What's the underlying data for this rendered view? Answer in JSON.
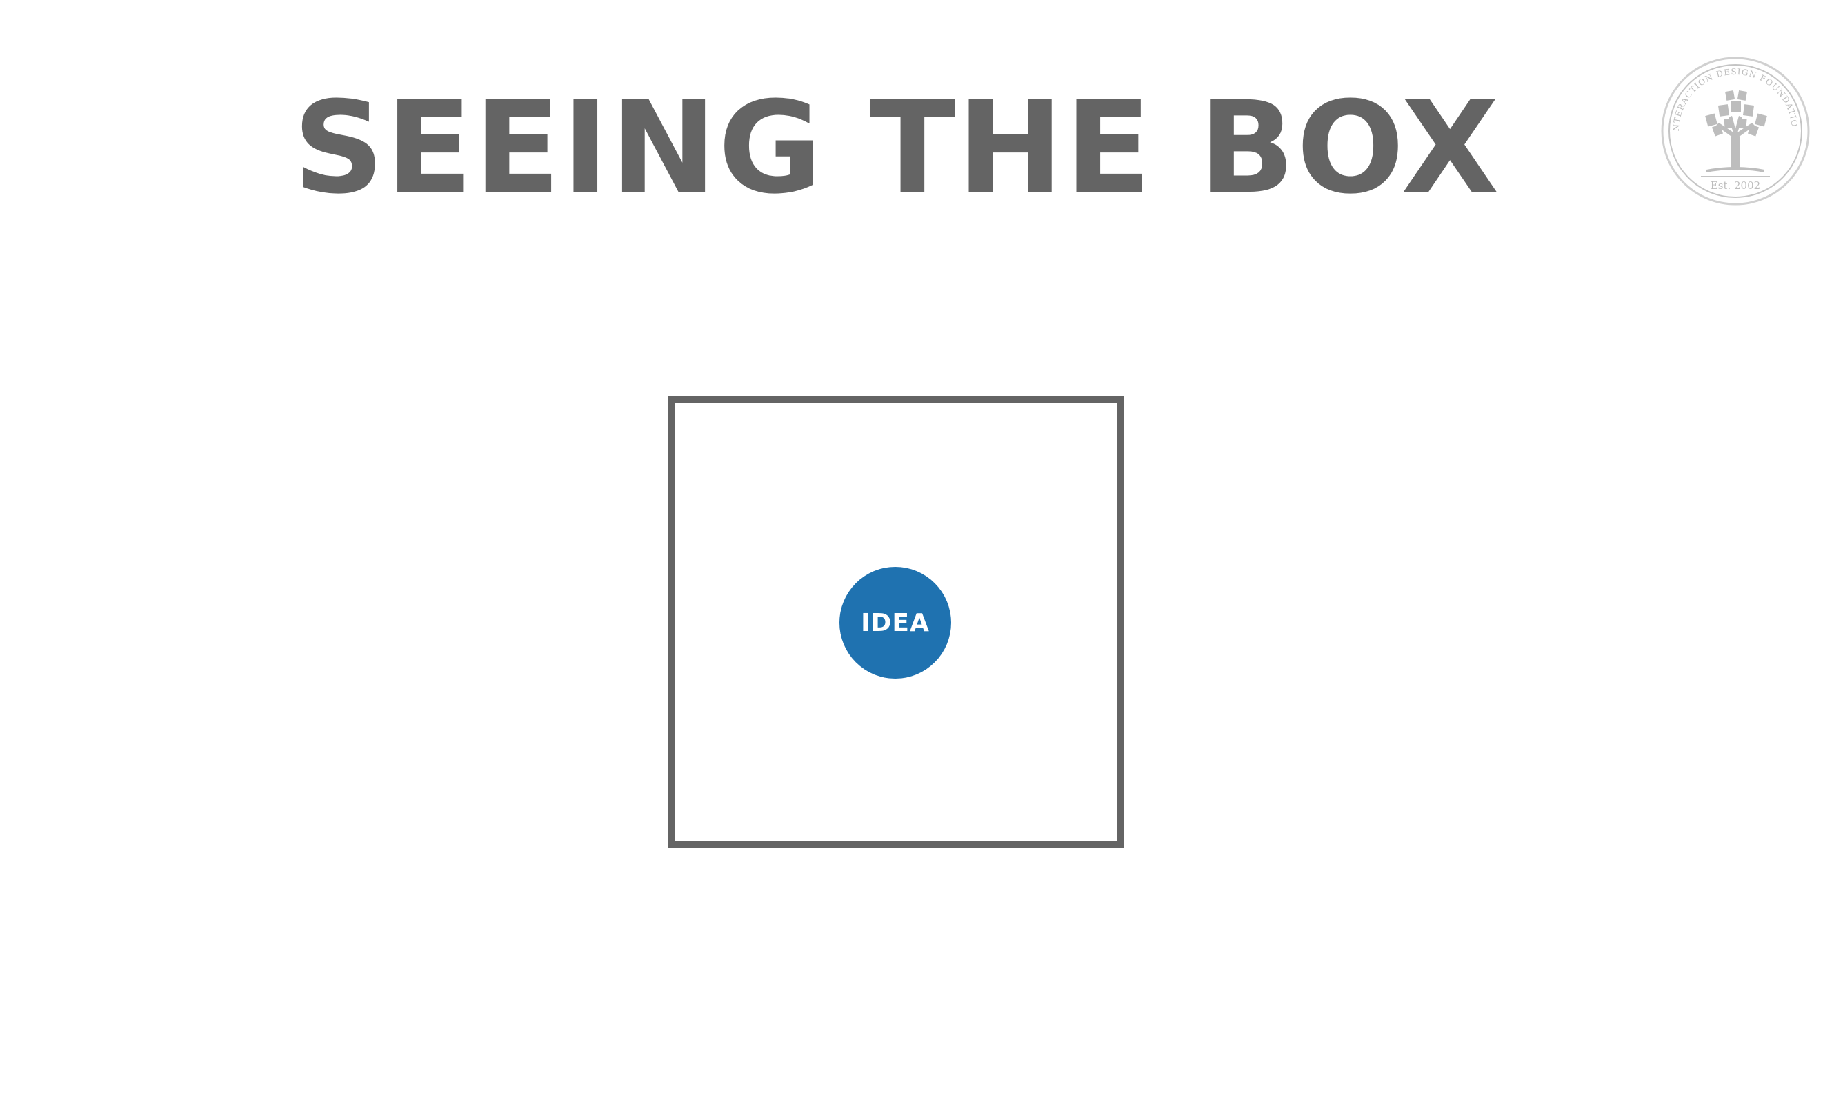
{
  "slide": {
    "title": "SEEING THE BOX"
  },
  "logo": {
    "ring_text": "INTERACTION DESIGN FOUNDATION",
    "est_text": "Est. 2002"
  },
  "diagram": {
    "idea_label": "IDEA"
  },
  "colors": {
    "title": "#646464",
    "box_border": "#646464",
    "idea_fill": "#1f72b0",
    "logo": "#bdbdbd"
  }
}
